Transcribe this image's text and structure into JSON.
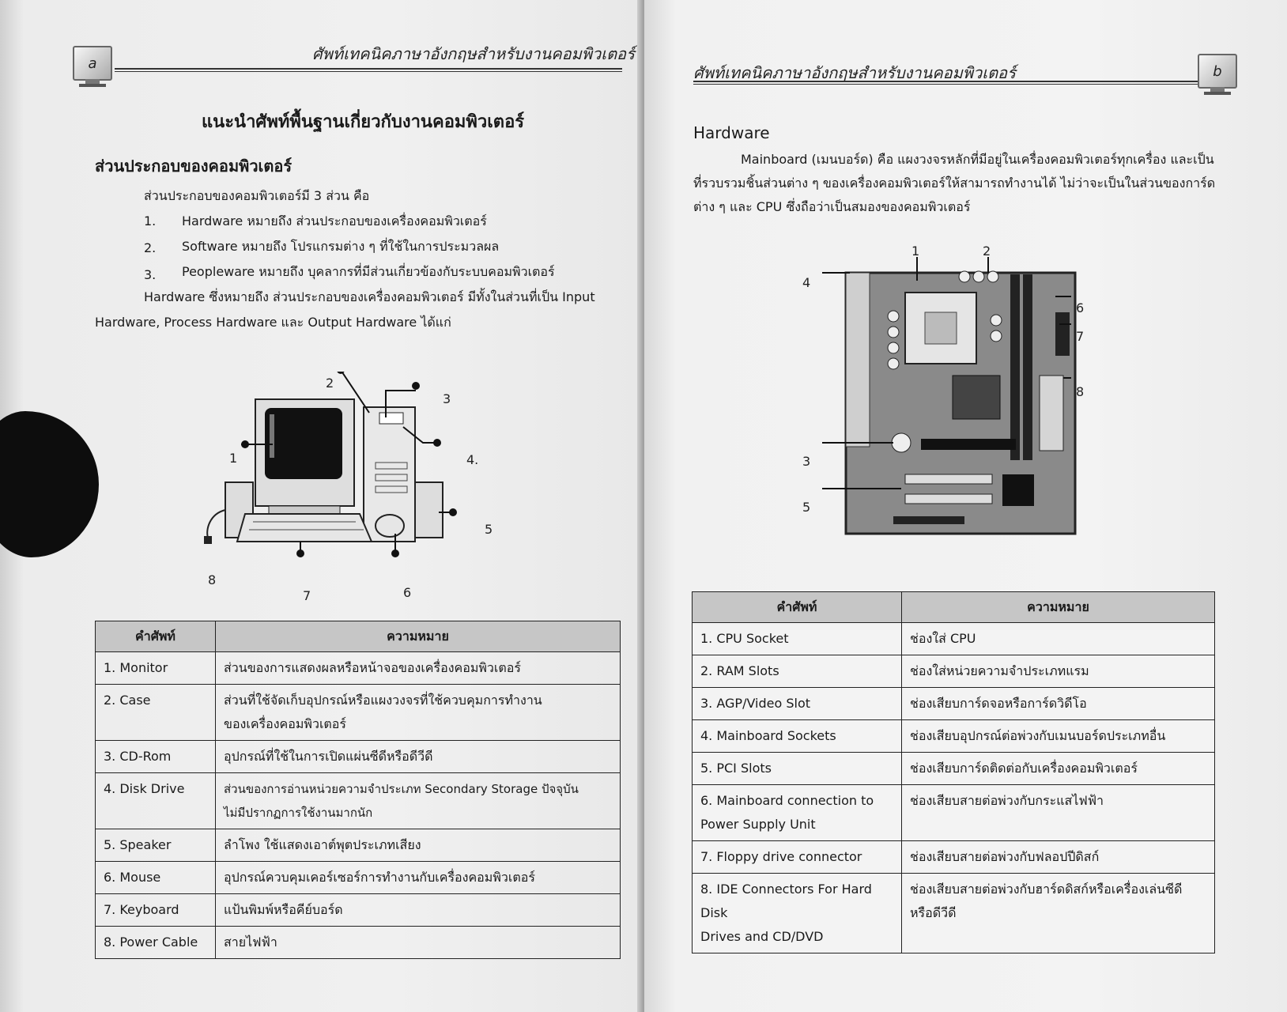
{
  "left_page": {
    "tab_letter": "a",
    "running_header": "ศัพท์เทคนิคภาษาอังกฤษสำหรับงานคอมพิวเตอร์",
    "title": "แนะนำศัพท์พื้นฐานเกี่ยวกับงานคอมพิวเตอร์",
    "section_heading": "ส่วนประกอบของคอมพิวเตอร์",
    "intro": "ส่วนประกอบของคอมพิวเตอร์มี 3 ส่วน คือ",
    "list": [
      {
        "num": "1.",
        "text": "Hardware หมายถึง ส่วนประกอบของเครื่องคอมพิวเตอร์"
      },
      {
        "num": "2.",
        "text": "Software หมายถึง โปรแกรมต่าง ๆ ที่ใช้ในการประมวลผล"
      },
      {
        "num": "3.",
        "text": "Peopleware หมายถึง บุคลากรที่มีส่วนเกี่ยวข้องกับระบบคอมพิวเตอร์"
      }
    ],
    "paragraph_line1": "Hardware ซึ่งหมายถึง ส่วนประกอบของเครื่องคอมพิวเตอร์ มีทั้งในส่วนที่เป็น Input",
    "paragraph_line2": "Hardware, Process Hardware และ Output Hardware ได้แก่",
    "figure_labels": [
      "1",
      "2",
      "3",
      "4.",
      "5",
      "6",
      "7",
      "8"
    ],
    "table": {
      "headers": [
        "คำศัพท์",
        "ความหมาย"
      ],
      "rows": [
        {
          "term": "1. Monitor",
          "meaning": "ส่วนของการแสดงผลหรือหน้าจอของเครื่องคอมพิวเตอร์"
        },
        {
          "term": "2. Case",
          "meaning": "ส่วนที่ใช้จัดเก็บอุปกรณ์หรือแผงวงจรที่ใช้ควบคุมการทำงาน",
          "meaning2": "ของเครื่องคอมพิวเตอร์"
        },
        {
          "term": "3. CD-Rom",
          "meaning": "อุปกรณ์ที่ใช้ในการเปิดแผ่นซีดีหรือดีวีดี"
        },
        {
          "term": "4. Disk Drive",
          "meaning": "ส่วนของการอ่านหน่วยความจำประเภท Secondary Storage ปัจจุบัน",
          "meaning2": "ไม่มีปรากฏการใช้งานมากนัก"
        },
        {
          "term": "5. Speaker",
          "meaning": "ลำโพง ใช้แสดงเอาต์พุตประเภทเสียง"
        },
        {
          "term": "6. Mouse",
          "meaning": "อุปกรณ์ควบคุมเคอร์เซอร์การทำงานกับเครื่องคอมพิวเตอร์"
        },
        {
          "term": "7. Keyboard",
          "meaning": "แป้นพิมพ์หรือคีย์บอร์ด"
        },
        {
          "term": "8. Power Cable",
          "meaning": "สายไฟฟ้า"
        }
      ]
    }
  },
  "right_page": {
    "tab_letter": "b",
    "running_header": "ศัพท์เทคนิคภาษาอังกฤษสำหรับงานคอมพิวเตอร์",
    "section_heading": "Hardware",
    "paragraph_line1": "Mainboard (เมนบอร์ด) คือ แผงวงจรหลักที่มีอยู่ในเครื่องคอมพิวเตอร์ทุกเครื่อง และเป็น",
    "paragraph_line2": "ที่รวบรวมชิ้นส่วนต่าง ๆ ของเครื่องคอมพิวเตอร์ให้สามารถทำงานได้ ไม่ว่าจะเป็นในส่วนของการ์ด",
    "paragraph_line3": "ต่าง ๆ และ CPU ซึ่งถือว่าเป็นสมองของคอมพิวเตอร์",
    "figure_labels": [
      "1",
      "2",
      "4",
      "6",
      "7",
      "8",
      "3",
      "5"
    ],
    "table": {
      "headers": [
        "คำศัพท์",
        "ความหมาย"
      ],
      "rows": [
        {
          "term": "1. CPU  Socket",
          "meaning": "ช่องใส่ CPU"
        },
        {
          "term": "2. RAM Slots",
          "meaning": "ช่องใส่หน่วยความจำประเภทแรม"
        },
        {
          "term": "3. AGP/Video Slot",
          "meaning": "ช่องเสียบการ์ดจอหรือการ์ดวิดีโอ"
        },
        {
          "term": "4. Mainboard Sockets",
          "meaning": "ช่องเสียบอุปกรณ์ต่อพ่วงกับเมนบอร์ดประเภทอื่น"
        },
        {
          "term": "5. PCI Slots",
          "meaning": "ช่องเสียบการ์ดติดต่อกับเครื่องคอมพิวเตอร์"
        },
        {
          "term": "6. Mainboard connection to",
          "term2": "Power Supply Unit",
          "meaning": "ช่องเสียบสายต่อพ่วงกับกระแสไฟฟ้า"
        },
        {
          "term": "7. Floppy drive connector",
          "meaning": "ช่องเสียบสายต่อพ่วงกับฟลอปปีดิสก์"
        },
        {
          "term": "8. IDE Connectors For Hard Disk",
          "term2": "Drives and CD/DVD",
          "meaning": "ช่องเสียบสายต่อพ่วงกับฮาร์ดดิสก์หรือเครื่องเล่นซีดี",
          "meaning2": "หรือดีวีดี"
        }
      ]
    }
  }
}
